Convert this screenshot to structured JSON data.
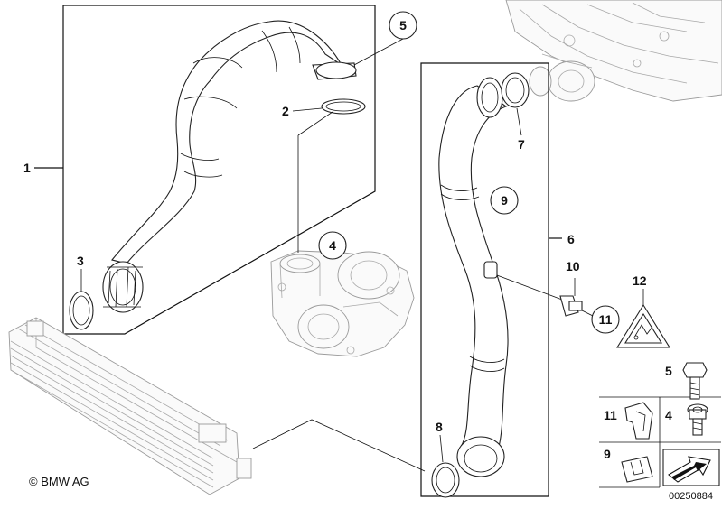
{
  "diagram": {
    "copyright": "© BMW AG",
    "diagram_code": "00250884",
    "callouts": [
      {
        "id": "callout-1",
        "label": "1"
      },
      {
        "id": "callout-2",
        "label": "2"
      },
      {
        "id": "callout-3",
        "label": "3"
      },
      {
        "id": "callout-4",
        "label": "4"
      },
      {
        "id": "callout-5",
        "label": "5"
      },
      {
        "id": "callout-6",
        "label": "6"
      },
      {
        "id": "callout-7",
        "label": "7"
      },
      {
        "id": "callout-8",
        "label": "8"
      },
      {
        "id": "callout-9",
        "label": "9"
      },
      {
        "id": "callout-10",
        "label": "10"
      },
      {
        "id": "callout-11",
        "label": "11"
      },
      {
        "id": "callout-12",
        "label": "12"
      }
    ],
    "legend": [
      {
        "label": "5"
      },
      {
        "label": "11"
      },
      {
        "label": "4"
      },
      {
        "label": "9"
      }
    ]
  }
}
